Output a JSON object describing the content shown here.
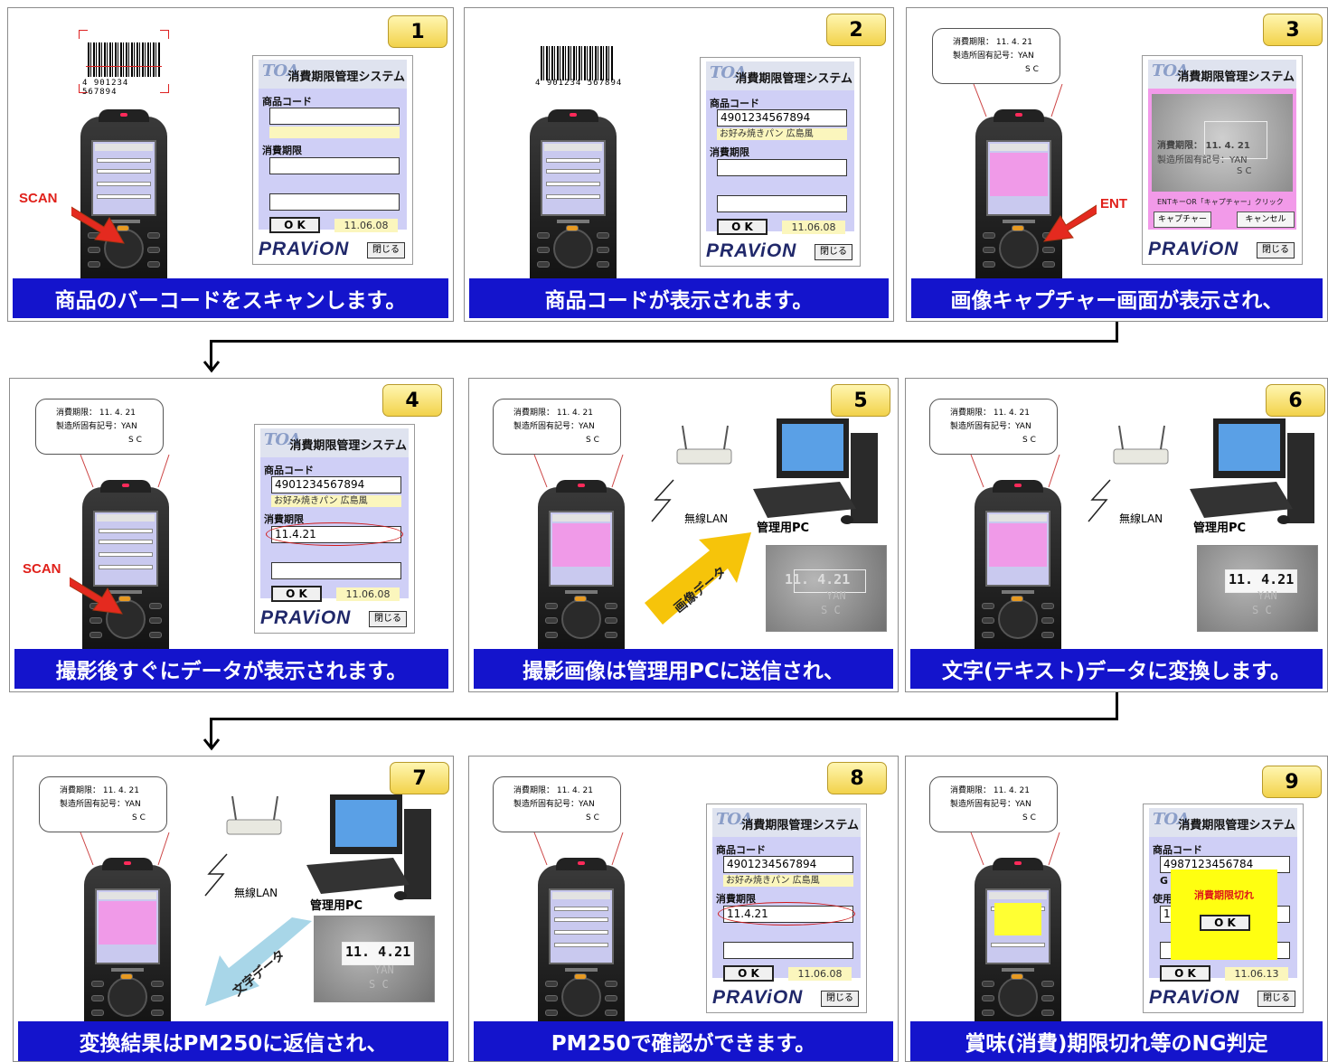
{
  "steps": [
    {
      "num": "1",
      "caption": "商品のバーコードをスキャンします。",
      "tag": "SCAN"
    },
    {
      "num": "2",
      "caption": "商品コードが表示されます。"
    },
    {
      "num": "3",
      "caption": "画像キャプチャー画面が表示され、",
      "tag": "ENT"
    },
    {
      "num": "4",
      "caption": "撮影後すぐにデータが表示されます。",
      "tag": "SCAN"
    },
    {
      "num": "5",
      "caption": "撮影画像は管理用PCに送信され、",
      "arrow_label": "画像データ"
    },
    {
      "num": "6",
      "caption": "文字(テキスト)データに変換します。"
    },
    {
      "num": "7",
      "caption": "変換結果はPM250に返信され、",
      "arrow_label": "文字データ"
    },
    {
      "num": "8",
      "caption": "PM250で確認ができます。"
    },
    {
      "num": "9",
      "caption": "賞味(消費)期限切れ等のNG判定"
    }
  ],
  "barcode": {
    "number": "4 901234 567894"
  },
  "app": {
    "logo": "TOA",
    "system_title": "消費期限管理システム",
    "code_label": "商品コード",
    "expiry_label": "消費期限",
    "ok_label": "O K",
    "close_label": "閉じる",
    "brand": "PRAViON",
    "date": "11.06.08",
    "date_ng": "11.06.13",
    "code_value": "4901234567894",
    "code_value_ng": "4987123456784",
    "product_name": "お好み焼きパン 広島風",
    "expiry_value": "11.4.21",
    "capture_hint": "ENTキーOR「キャプチャー」クリック",
    "capture_button": "キャプチャー",
    "cancel_button": "キャンセル",
    "ng_message": "消費期限切れ",
    "ng_partial_label": "使用",
    "ng_partial_char": "G",
    "ng_partial_field": "1"
  },
  "bubble": {
    "line1": "消費期限： 11. 4. 21",
    "line2": "製造所固有記号：YAN",
    "line3": "S C"
  },
  "network": {
    "lan_label": "無線LAN",
    "pc_label": "管理用PC"
  },
  "photo": {
    "line1": "11. 4.21",
    "line2": "YAN",
    "line3": "S C"
  }
}
